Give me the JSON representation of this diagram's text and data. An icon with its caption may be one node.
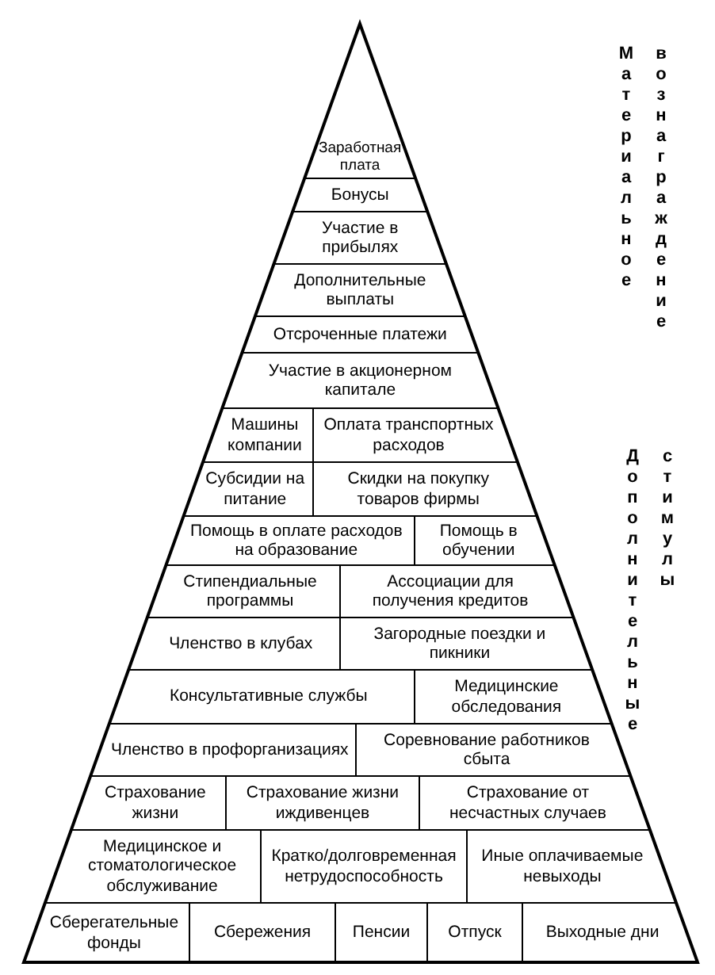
{
  "diagram": {
    "nodes": [
      {
        "text": [
          "Заработная плата"
        ]
      },
      {
        "text": [
          "Бонусы"
        ]
      },
      {
        "text": [
          "Участие в прибылях"
        ]
      },
      {
        "text": [
          "Дополнительные выплаты"
        ]
      },
      {
        "text": [
          "Отсроченные платежи"
        ]
      },
      {
        "text": [
          "Участие в акционерном капитале"
        ]
      },
      {
        "text": [
          "Машины компании"
        ]
      },
      {
        "text": [
          "Оплата транспортных расходов"
        ]
      },
      {
        "text": [
          "Субсидии на питание"
        ]
      },
      {
        "text": [
          "Скидки на покупку товаров фирмы"
        ]
      },
      {
        "text": [
          "Помощь в оплате расходов на образование"
        ]
      },
      {
        "text": [
          "Помощь в обучении"
        ]
      },
      {
        "text": [
          "Стипендиальные программы"
        ]
      },
      {
        "text": [
          "Ассоциации для получения кредитов"
        ]
      },
      {
        "text": [
          "Членство в клубах"
        ]
      },
      {
        "text": [
          "Загородные поездки и пикники"
        ]
      },
      {
        "text": [
          "Консультативные службы"
        ]
      },
      {
        "text": [
          "Медицинские обследования"
        ]
      },
      {
        "text": [
          "Членство в профорганизациях"
        ]
      },
      {
        "text": [
          "Соревнование работников сбыта"
        ]
      },
      {
        "text": [
          "Страхование жизни"
        ]
      },
      {
        "text": [
          "Страхование жизни иждивенцев"
        ]
      },
      {
        "text": [
          "Страхование от несчастных случаев"
        ]
      },
      {
        "text": [
          "Медицинское и стоматологическое обслуживание"
        ]
      },
      {
        "text": [
          "Кратко/долговременная нетрудоспособность"
        ]
      },
      {
        "text": [
          "Иные оплачиваемые невыходы"
        ]
      },
      {
        "text": [
          "Сберегательные фонды"
        ]
      },
      {
        "text": [
          "Сбережения"
        ]
      },
      {
        "text": [
          "Пенсии"
        ]
      },
      {
        "text": [
          "Отпуск"
        ]
      },
      {
        "text": [
          "Выходные дни"
        ]
      }
    ],
    "labels": [
      "Материальное вознаграждение",
      "Дополнительные стимулы"
    ]
  }
}
